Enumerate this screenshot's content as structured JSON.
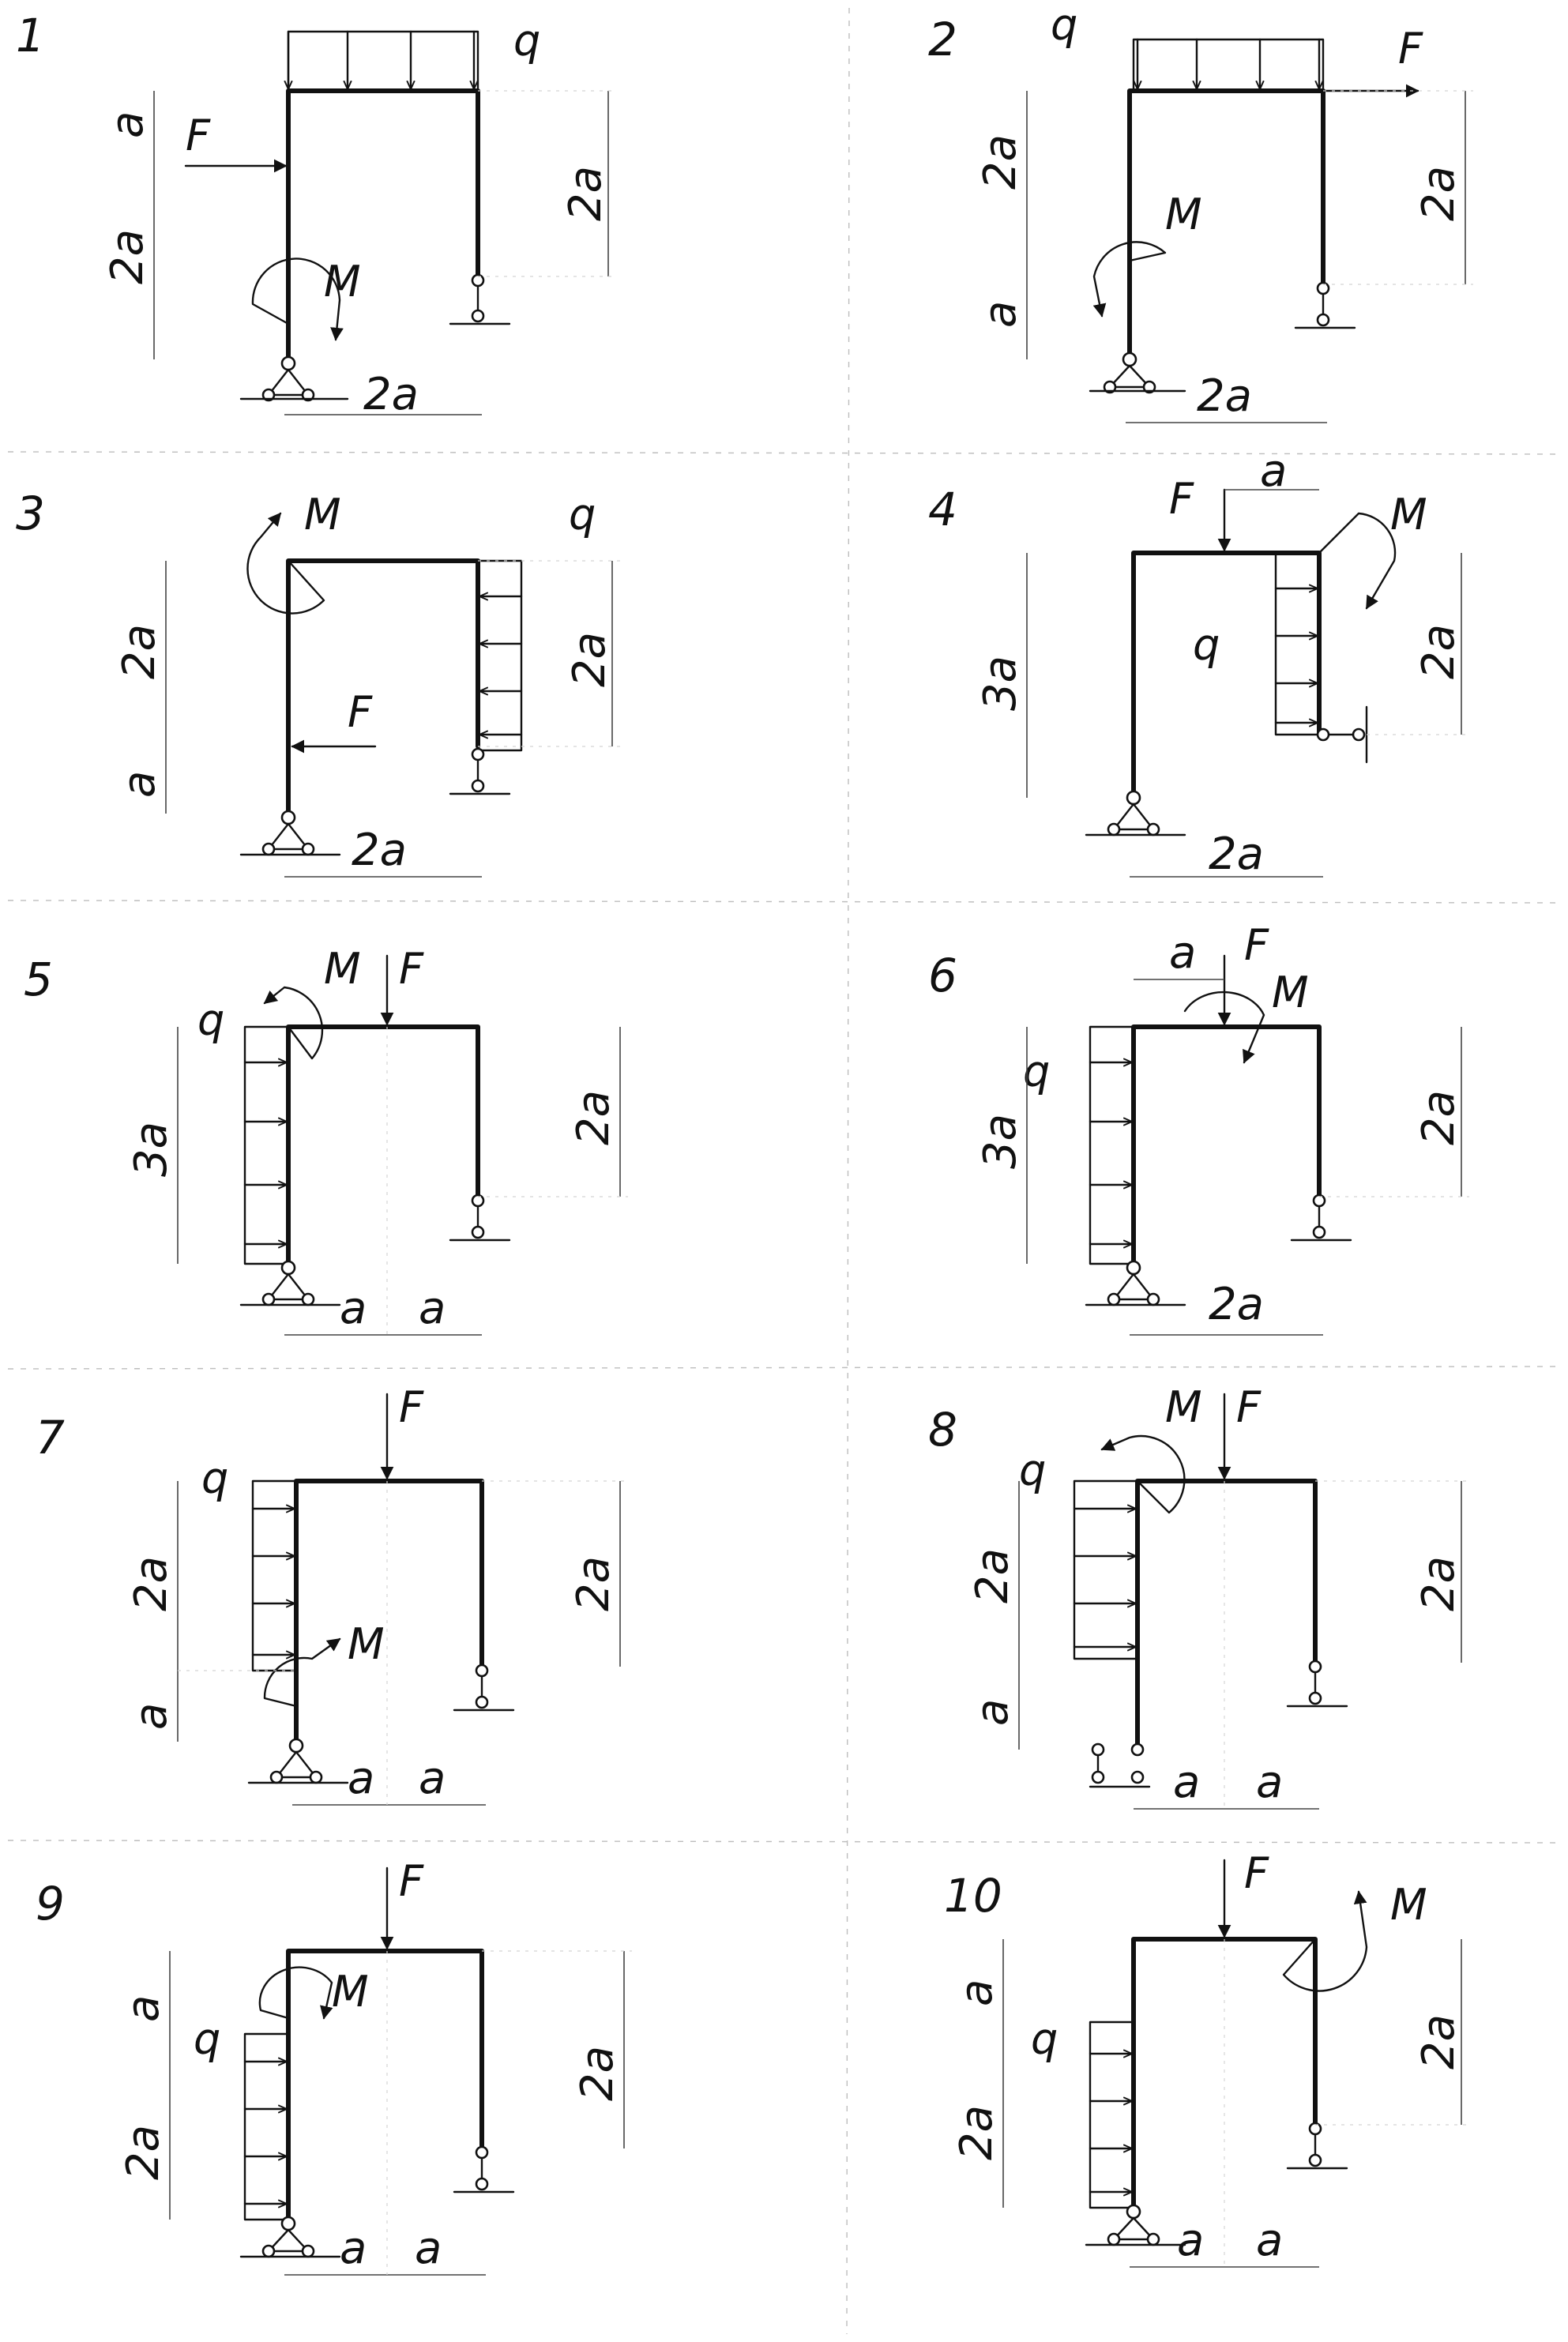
{
  "schemes": [
    {
      "number": "1",
      "labels": {
        "q": "q",
        "F": "F",
        "M": "M",
        "dims": [
          "a",
          "2a",
          "2a",
          "2a"
        ]
      }
    },
    {
      "number": "2",
      "labels": {
        "q": "q",
        "F": "F",
        "M": "M",
        "dims": [
          "2a",
          "a",
          "2a",
          "2a"
        ]
      }
    },
    {
      "number": "3",
      "labels": {
        "q": "q",
        "F": "F",
        "M": "M",
        "dims": [
          "2a",
          "a",
          "2a",
          "2a"
        ]
      }
    },
    {
      "number": "4",
      "labels": {
        "q": "q",
        "F": "F",
        "M": "M",
        "dims": [
          "a",
          "3a",
          "2a",
          "2a"
        ]
      }
    },
    {
      "number": "5",
      "labels": {
        "q": "q",
        "F": "F",
        "M": "M",
        "dims": [
          "3a",
          "2a",
          "a",
          "a"
        ]
      }
    },
    {
      "number": "6",
      "labels": {
        "q": "q",
        "F": "F",
        "M": "M",
        "dims": [
          "a",
          "3a",
          "2a",
          "2a"
        ]
      }
    },
    {
      "number": "7",
      "labels": {
        "q": "q",
        "F": "F",
        "M": "M",
        "dims": [
          "2a",
          "a",
          "2a",
          "a",
          "a"
        ]
      }
    },
    {
      "number": "8",
      "labels": {
        "q": "q",
        "F": "F",
        "M": "M",
        "dims": [
          "2a",
          "a",
          "2a",
          "a",
          "a"
        ]
      }
    },
    {
      "number": "9",
      "labels": {
        "q": "q",
        "F": "F",
        "M": "M",
        "dims": [
          "a",
          "2a",
          "2a",
          "a",
          "a"
        ]
      }
    },
    {
      "number": "10",
      "labels": {
        "q": "q",
        "F": "F",
        "M": "M",
        "dims": [
          "a",
          "2a",
          "2a",
          "a",
          "a"
        ]
      }
    }
  ]
}
